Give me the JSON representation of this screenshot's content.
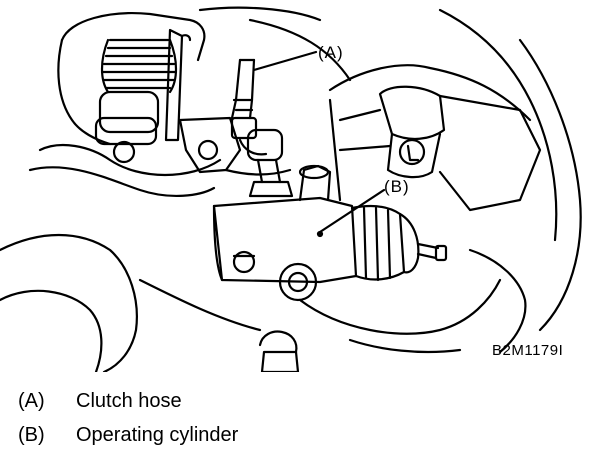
{
  "callouts": {
    "a": "(A)",
    "b": "(B)"
  },
  "figure_id": "B2M1179I",
  "legend": [
    {
      "key": "(A)",
      "label": "Clutch hose"
    },
    {
      "key": "(B)",
      "label": "Operating cylinder"
    }
  ],
  "colors": {
    "ink": "#000000",
    "paper": "#ffffff"
  }
}
